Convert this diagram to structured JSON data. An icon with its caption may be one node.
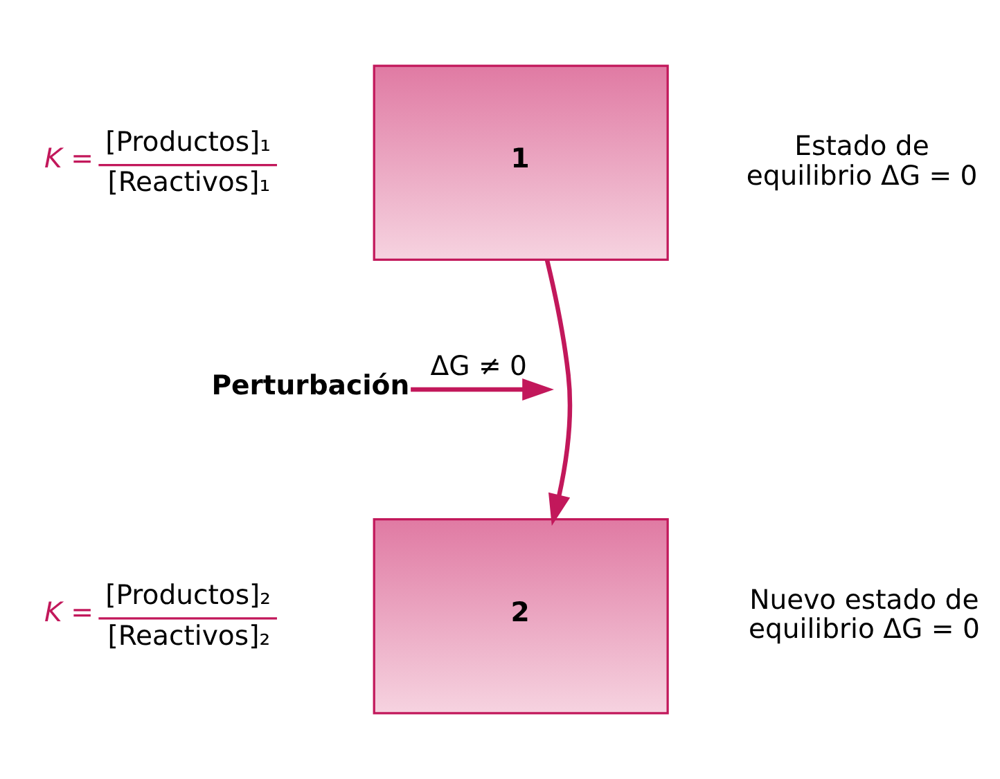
{
  "diagram": {
    "nodes": [
      {
        "text": [
          "1"
        ],
        "beside": [
          "K =",
          "[Productos]₁",
          "[Reactivos]₁",
          "Estado de equilibrio ΔG = 0"
        ]
      },
      {
        "text": [
          "Perturbación"
        ]
      },
      {
        "text": [
          "2"
        ],
        "beside": [
          "K =",
          "[Productos]₂",
          "[Reactivos]₂",
          "Nuevo estado de equilibrio ΔG = 0"
        ]
      }
    ],
    "edges": [
      {
        "from": 0,
        "to": 2,
        "arrow": "to"
      },
      {
        "from": 1,
        "to": null,
        "arrow": "to",
        "label": "ΔG ≠ 0"
      }
    ]
  }
}
